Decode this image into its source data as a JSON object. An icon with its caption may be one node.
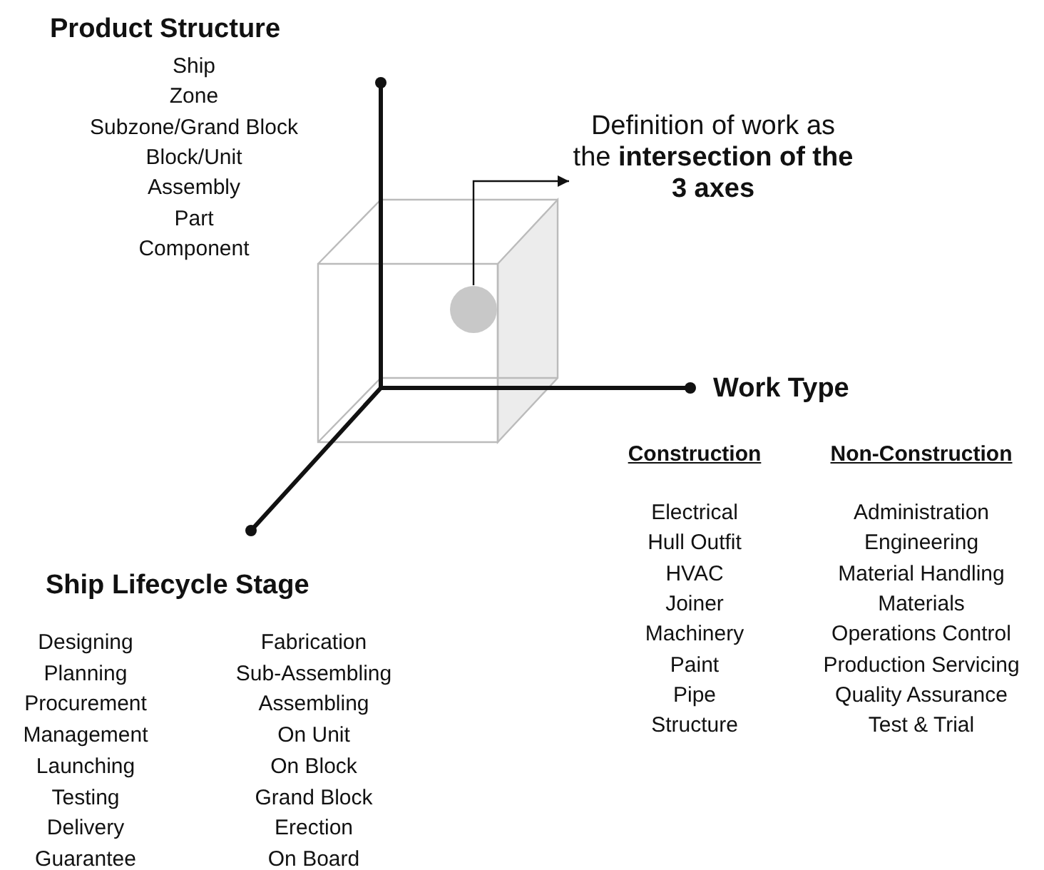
{
  "diagram": {
    "nodes": [
      {
        "text": [],
        "shape": "circle"
      },
      {
        "text": [
          "Definition of work as the **intersection of the 3 axes**"
        ]
      }
    ],
    "edges": [
      {
        "from": 0,
        "to": 1,
        "arrow": "to"
      }
    ],
    "labels": [
      "Product Structure",
      "Ship",
      "Zone",
      "Subzone/Grand Block",
      "Block/Unit",
      "Assembly",
      "Part",
      "Component",
      "Work Type",
      "Construction",
      "Electrical",
      "Hull Outfit",
      "HVAC",
      "Joiner",
      "Machinery",
      "Paint",
      "Pipe",
      "Structure",
      "Non-Construction",
      "Administration",
      "Engineering",
      "Material Handling",
      "Materials",
      "Operations Control",
      "Production Servicing",
      "Quality Assurance",
      "Test & Trial",
      "Ship Lifecycle Stage",
      "Designing",
      "Planning",
      "Procurement",
      "Management",
      "Launching",
      "Testing",
      "Delivery",
      "Guarantee",
      "Fabrication",
      "Sub-Assembling",
      "Assembling",
      "On Unit",
      "On Block",
      "Grand Block",
      "Erection",
      "On Board"
    ]
  }
}
